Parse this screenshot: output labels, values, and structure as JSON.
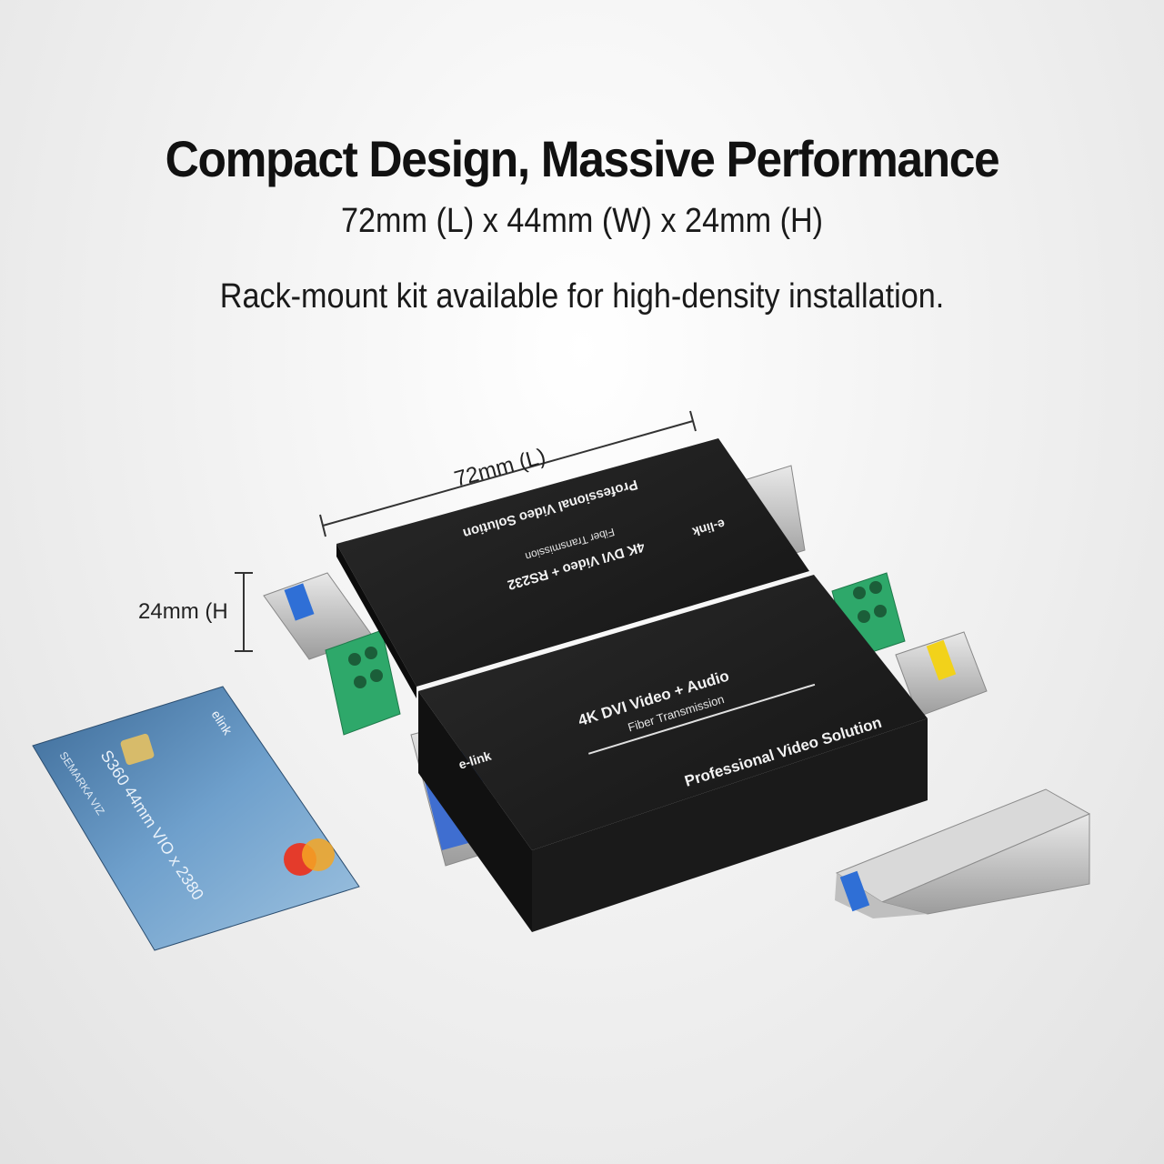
{
  "headline": "Compact Design, Massive Performance",
  "dimensions": "72mm (L) x 44mm (W) x 24mm (H)",
  "note": "Rack-mount kit available for high-density installation.",
  "callouts": {
    "length": "72mm (L)",
    "height": "24mm (H"
  },
  "front_unit": {
    "brand": "e-link",
    "model": "4K DVI Video + Audio",
    "subtitle": "Fiber Transmission",
    "tagline": "Professional Video Solution"
  },
  "back_unit": {
    "brand": "e-link",
    "model": "4K DVI Video + RS232",
    "subtitle": "Fiber Transmission",
    "tagline": "Professional Video Solution"
  },
  "card": {
    "brand": "elink",
    "number": "S360 44mm VIO x 2380",
    "name": "SEMARKA VIZ"
  },
  "colors": {
    "housing": "#1c1c1c",
    "terminal_green": "#2ea86a",
    "card_blue": "#4f7fae",
    "sfp_blue": "#2f6fd6",
    "sfp_yellow": "#f2d21a"
  }
}
